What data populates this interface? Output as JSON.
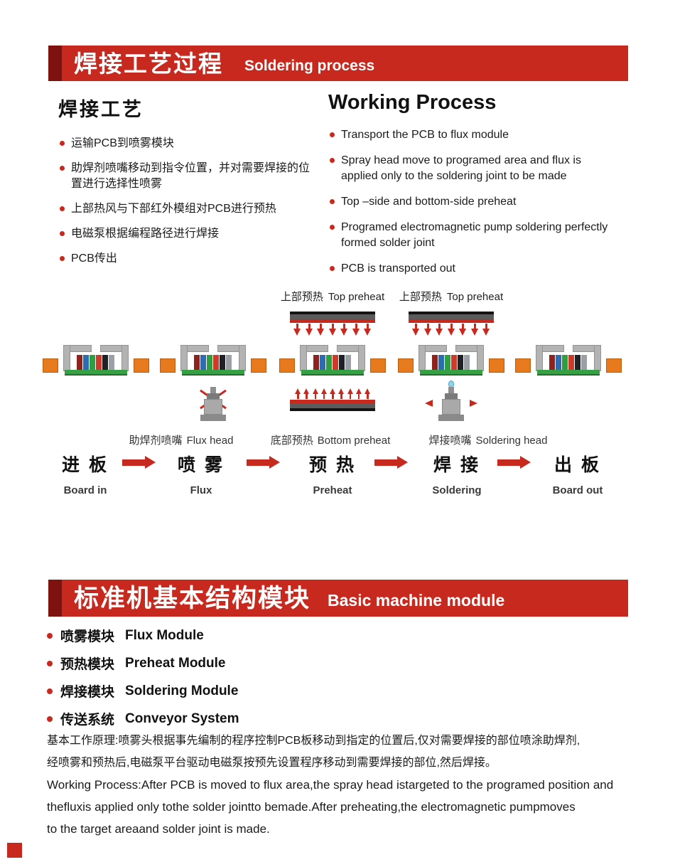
{
  "banner1": {
    "zh": "焊接工艺过程",
    "en": "Soldering process"
  },
  "left_column": {
    "heading": "焊接工艺",
    "items": [
      "运输PCB到喷雾模块",
      "助焊剂喷嘴移动到指令位置，并对需要焊接的位置进行选择性喷雾",
      "上部热风与下部红外模组对PCB进行预热",
      "电磁泵根据编程路径进行焊接",
      "PCB传出"
    ]
  },
  "right_column": {
    "heading": "Working Process",
    "items": [
      "Transport the PCB to flux module",
      "Spray head move to programed area and flux is applied only to the soldering joint to be made",
      "Top –side and bottom-side preheat",
      "Programed  electromagnetic pump soldering perfectly formed solder joint",
      "PCB is transported out"
    ]
  },
  "diagram": {
    "top_labels": [
      {
        "zh": "上部预热",
        "en": "Top preheat"
      },
      {
        "zh": "上部预热",
        "en": "Top preheat"
      }
    ],
    "bottom_labels": {
      "flux": {
        "zh": "助焊剂喷嘴",
        "en": "Flux head"
      },
      "preheat": {
        "zh": "底部预热",
        "en": "Bottom preheat"
      },
      "soldering": {
        "zh": "焊接喷嘴",
        "en": "Soldering head"
      }
    },
    "flow": [
      {
        "zh": "进 板",
        "en": "Board in"
      },
      {
        "zh": "喷 雾",
        "en": "Flux"
      },
      {
        "zh": "预 热",
        "en": "Preheat"
      },
      {
        "zh": "焊 接",
        "en": "Soldering"
      },
      {
        "zh": "出 板",
        "en": "Board out"
      }
    ]
  },
  "banner2": {
    "zh": "标准机基本结构模块",
    "en": "Basic machine module"
  },
  "modules": [
    {
      "zh": "喷雾模块",
      "en": "Flux Module"
    },
    {
      "zh": "预热模块",
      "en": "Preheat Module"
    },
    {
      "zh": "焊接模块",
      "en": "Soldering Module"
    },
    {
      "zh": "传送系统",
      "en": "Conveyor System"
    }
  ],
  "paragraphs": {
    "zh_lines": [
      "基本工作原理:喷雾头根据事先编制的程序控制PCB板移动到指定的位置后,仅对需要焊接的部位喷涂助焊剂,",
      "经喷雾和预热后,电磁泵平台驱动电磁泵按预先设置程序移动到需要焊接的部位,然后焊接。"
    ],
    "en_lines": [
      "Working Process:After PCB is moved to flux area,the spray head istargeted to the programed position and",
      "thefluxis applied only tothe solder jointto bemade.After preheating,the electromagnetic pumpmoves",
      "to the target areaand solder joint is made."
    ]
  },
  "colors": {
    "accent_red": "#c7291f",
    "dark_red": "#7e120e",
    "pcb_green": "#35a044",
    "rail_orange": "#e87a1e"
  }
}
